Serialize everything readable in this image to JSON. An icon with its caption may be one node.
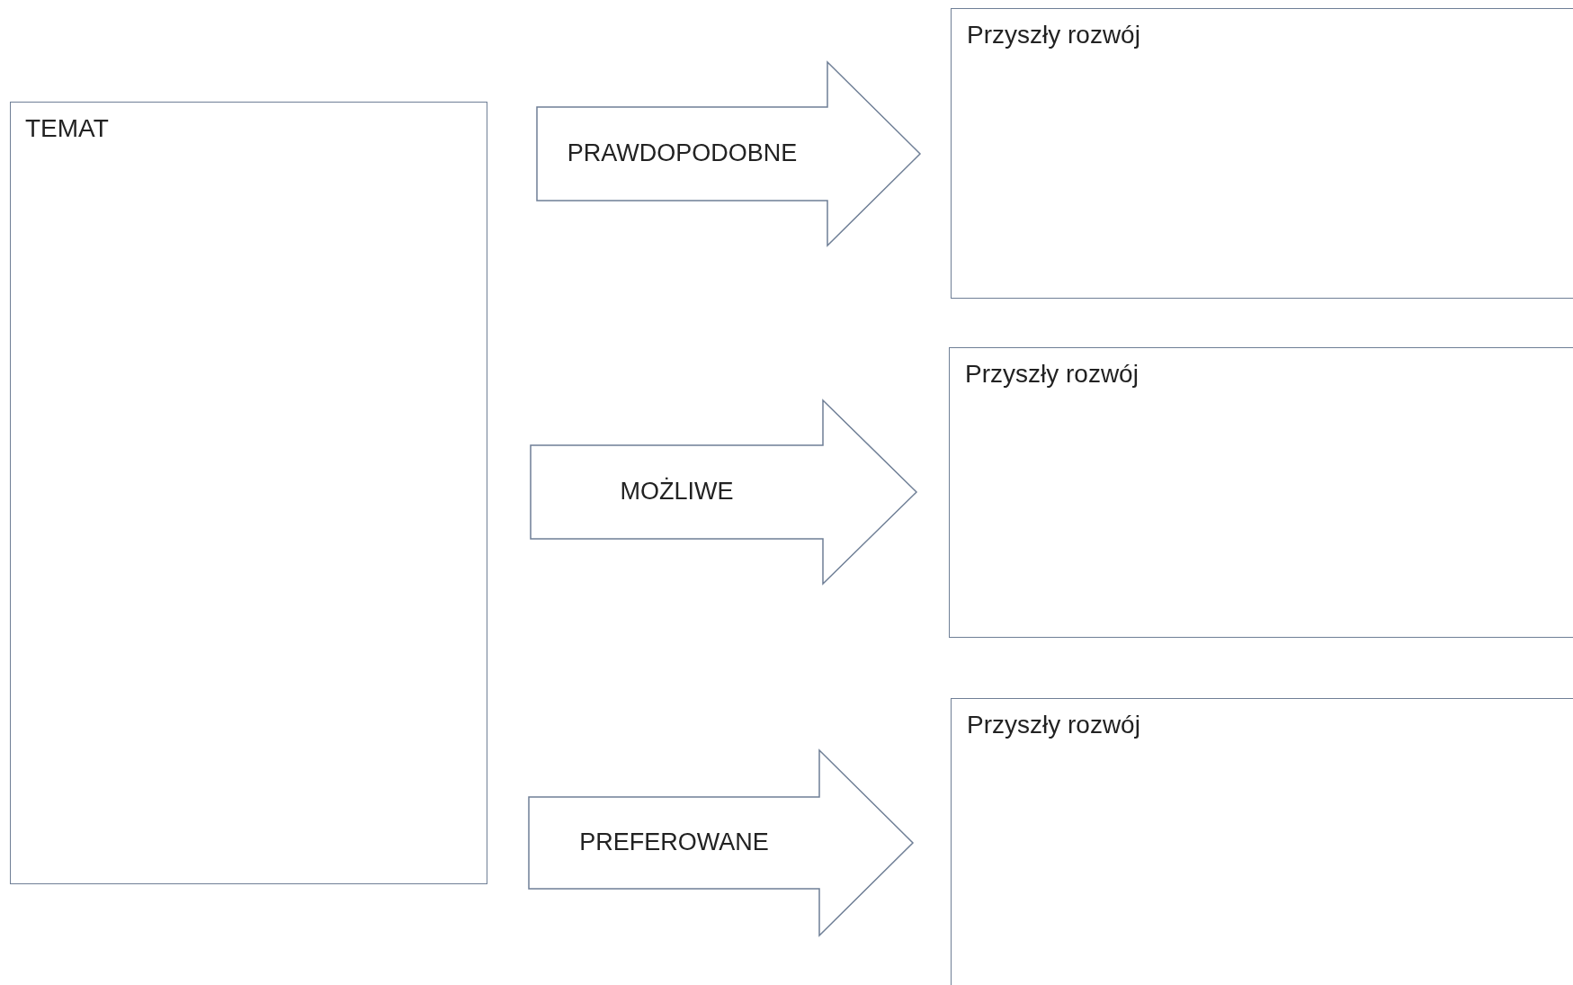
{
  "diagram": {
    "nodes": [
      {
        "text": [
          "TEMAT"
        ]
      },
      {
        "text": [
          "Przyszły rozwój"
        ]
      },
      {
        "text": [
          "Przyszły rozwój"
        ]
      },
      {
        "text": [
          "Przyszły rozwój"
        ]
      }
    ],
    "edges": [
      {
        "from": 0,
        "to": 1,
        "arrow": "to",
        "label": "PRAWDOPODOBNE"
      },
      {
        "from": 0,
        "to": 2,
        "arrow": "to",
        "label": "MOŻLIWE"
      },
      {
        "from": 0,
        "to": 3,
        "arrow": "to",
        "label": "PREFEROWANE"
      }
    ]
  }
}
